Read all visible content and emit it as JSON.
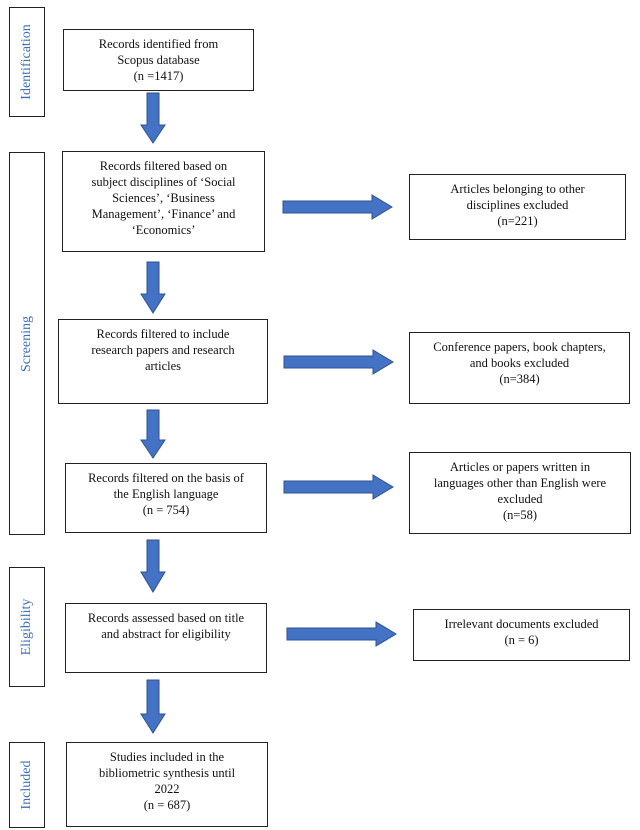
{
  "phases": [
    {
      "id": "identification",
      "label": "Identification"
    },
    {
      "id": "screening",
      "label": "Screening"
    },
    {
      "id": "eligibility",
      "label": "Eligibility"
    },
    {
      "id": "included",
      "label": "Included"
    }
  ],
  "main_boxes": [
    {
      "id": "identified",
      "lines": [
        "Records identified from",
        "Scopus database",
        "(n =1417)"
      ]
    },
    {
      "id": "subject-filter",
      "lines": [
        "Records filtered based on",
        "subject disciplines of ‘Social",
        "Sciences’, ‘Business",
        "Management’, ‘Finance’ and",
        "‘Economics’"
      ]
    },
    {
      "id": "type-filter",
      "lines": [
        "Records filtered to include",
        "research papers and research",
        "articles"
      ]
    },
    {
      "id": "language-filter",
      "lines": [
        "Records filtered on the basis of",
        "the English language",
        "(n = 754)"
      ]
    },
    {
      "id": "title-abstract",
      "lines": [
        "Records assessed based on title",
        "and abstract for eligibility"
      ]
    },
    {
      "id": "included-studies",
      "lines": [
        "Studies included in the",
        "bibliometric synthesis until",
        "2022",
        "(n = 687)"
      ]
    }
  ],
  "exclusion_boxes": [
    {
      "id": "other-disciplines",
      "lines": [
        "Articles belonging to other",
        "disciplines excluded",
        "(n=221)"
      ]
    },
    {
      "id": "other-types",
      "lines": [
        "Conference papers, book chapters,",
        "and books excluded",
        "(n=384)"
      ]
    },
    {
      "id": "other-languages",
      "lines": [
        "Articles or papers written in",
        "languages other than English were",
        "excluded",
        "(n=58)"
      ]
    },
    {
      "id": "irrelevant",
      "lines": [
        "Irrelevant documents excluded",
        "(n = 6)"
      ]
    }
  ],
  "colors": {
    "arrow_fill": "#4472c4",
    "arrow_stroke": "#2f528f",
    "phase_text": "#3f6fb8",
    "border": "#222222"
  }
}
